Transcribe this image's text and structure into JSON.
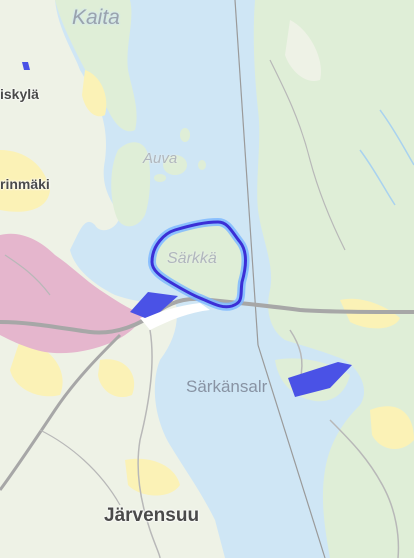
{
  "map": {
    "colors": {
      "water": "#cfe6f5",
      "land": "#eef2e6",
      "forest": "#dfeed7",
      "field": "#fbf2b6",
      "urban": "#e5b6cd",
      "road": "#a7a7a7",
      "highlight_outline": "#3b2fd6",
      "highlight_glow": "#7fb8ff",
      "blue_patch": "#4a52e6"
    },
    "labels": {
      "kaita": "Kaita",
      "iskyla": "iskylä",
      "rinmaki": "rinmäki",
      "auva": "Auva",
      "sarkka": "Särkkä",
      "sarkansalmi": "Särkänsalr",
      "jarvensuu": "Järvensuu"
    },
    "highlighted_feature": "Särkkä"
  }
}
